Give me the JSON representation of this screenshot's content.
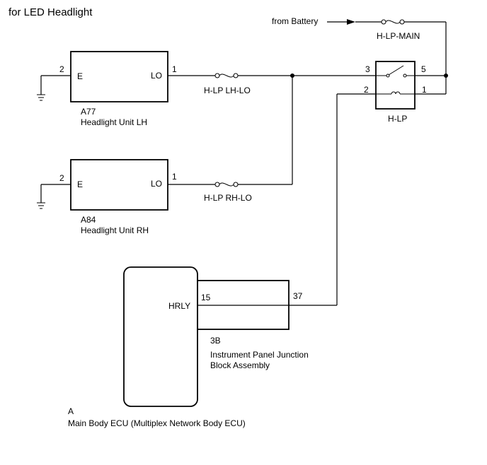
{
  "title": "for LED Headlight",
  "battery": {
    "label": "from Battery"
  },
  "fuses": {
    "main": "H-LP-MAIN",
    "lh_lo": "H-LP LH-LO",
    "rh_lo": "H-LP RH-LO"
  },
  "relay": {
    "name": "H-LP",
    "pins": {
      "p3": "3",
      "p5": "5",
      "p2": "2",
      "p1": "1"
    }
  },
  "headlight_lh": {
    "code": "A77",
    "name": "Headlight Unit LH",
    "terminal_e": "E",
    "terminal_lo": "LO",
    "pin_e": "2",
    "pin_lo": "1"
  },
  "headlight_rh": {
    "code": "A84",
    "name": "Headlight Unit RH",
    "terminal_e": "E",
    "terminal_lo": "LO",
    "pin_e": "2",
    "pin_lo": "1"
  },
  "junction_block": {
    "code": "3B",
    "name_line1": "Instrument Panel Junction",
    "name_line2": "Block Assembly",
    "pin_in": "15",
    "pin_out": "37"
  },
  "ecu": {
    "code": "A",
    "name": "Main Body ECU (Multiplex Network Body ECU)",
    "terminal": "HRLY"
  },
  "colors": {
    "line": "#000000",
    "background": "#ffffff"
  }
}
